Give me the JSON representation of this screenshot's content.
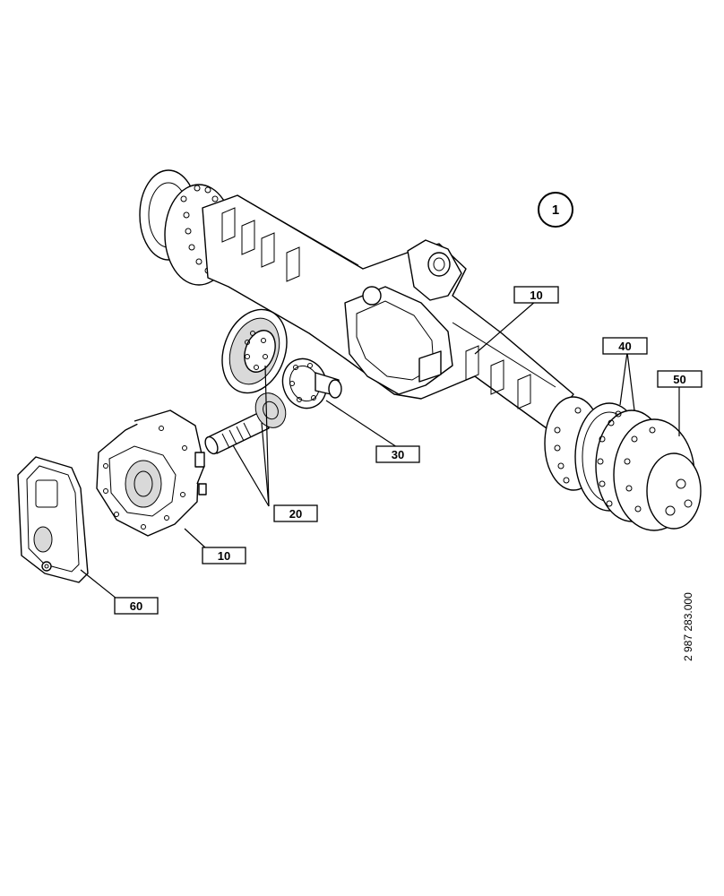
{
  "diagram": {
    "figure_number": "1",
    "reference_code": "2 987 283.000",
    "callouts": {
      "axle_housing": "10",
      "differential_carrier": "10",
      "pinion_shafts": "20",
      "differential": "30",
      "hub_rings": "40",
      "wheel_hub": "50",
      "cover": "60"
    }
  }
}
